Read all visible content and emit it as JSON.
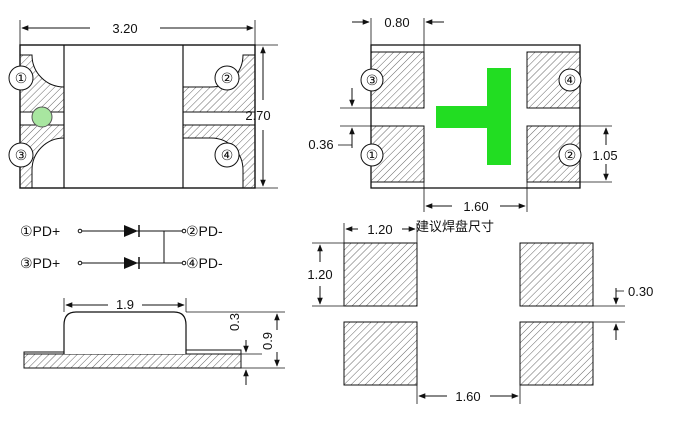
{
  "top_view": {
    "width_dim": "3.20",
    "height_dim": "2.70",
    "pins": [
      "①",
      "②",
      "③",
      "④"
    ]
  },
  "pad_view": {
    "pad_width_dim": "0.80",
    "gap_dim": "0.36",
    "pad_height_dim": "1.05",
    "pad_spacing_dim": "1.60",
    "pins": [
      "③",
      "④",
      "①",
      "②"
    ],
    "marker_color": "#22dd22"
  },
  "circuit": {
    "row1_left": "①PD+",
    "row1_right": "②PD-",
    "row2_left": "③PD+",
    "row2_right": "④PD-"
  },
  "side_view": {
    "length_dim": "1.9",
    "dome_height_dim": "0.3",
    "total_height_dim": "0.9"
  },
  "land_pattern": {
    "title": "建议焊盘尺寸",
    "pad_size_dim": "1.20",
    "pad_height_dim": "1.20",
    "vertical_gap_dim": "0.30",
    "horizontal_spacing_dim": "1.60"
  },
  "colors": {
    "led_dot": "#a8e6a0",
    "marker": "#22dd22"
  }
}
